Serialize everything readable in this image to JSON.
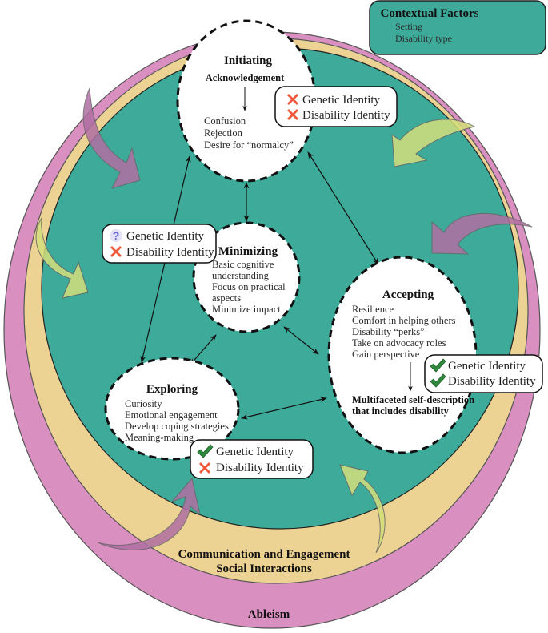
{
  "colors": {
    "ableism_ring": "#d98fc0",
    "social_ring": "#edd393",
    "core": "#3eab9a",
    "stage_fill": "#ffffff",
    "purple_arrow": "#a4709c",
    "yellow_arrow": "#d0d97a",
    "check": "#2e8b3e",
    "cross": "#ef5a3c",
    "question": "#6b6bd6"
  },
  "contextual_factors": {
    "title": "Contextual Factors",
    "items": [
      "Setting",
      "Disability type"
    ]
  },
  "rings": {
    "outer_label": "Ableism",
    "middle_label_line1": "Communication and Engagement",
    "middle_label_line2": "Social Interactions"
  },
  "stages": {
    "initiating": {
      "title": "Initiating",
      "subtitle": "Acknowledgement",
      "items": [
        "Confusion",
        "Rejection",
        "Desire for “normalcy”"
      ]
    },
    "minimizing": {
      "title": "Minimizing",
      "items": [
        "Basic cognitive",
        "understanding",
        "Focus on practical",
        "aspects",
        "Minimize impact"
      ]
    },
    "accepting": {
      "title": "Accepting",
      "items": [
        "Resilience",
        "Comfort in helping others",
        "Disability “perks”",
        "Take on advocacy roles",
        "Gain perspective"
      ],
      "outcome_line1": "Multifaceted self-description",
      "outcome_line2": "that includes disability"
    },
    "exploring": {
      "title": "Exploring",
      "items": [
        "Curiosity",
        "Emotional engagement",
        "Develop coping strategies",
        "Meaning-making"
      ]
    }
  },
  "identity_badges": {
    "initiating": [
      {
        "status": "cross",
        "label": "Genetic Identity"
      },
      {
        "status": "cross",
        "label": "Disability Identity"
      }
    ],
    "minimizing": [
      {
        "status": "question",
        "label": "Genetic Identity"
      },
      {
        "status": "cross",
        "label": "Disability Identity"
      }
    ],
    "accepting": [
      {
        "status": "check",
        "label": "Genetic Identity"
      },
      {
        "status": "check",
        "label": "Disability Identity"
      }
    ],
    "exploring": [
      {
        "status": "check",
        "label": "Genetic Identity"
      },
      {
        "status": "cross",
        "label": "Disability Identity"
      }
    ]
  },
  "icons": {
    "check": "check-icon",
    "cross": "cross-icon",
    "question": "question-icon"
  }
}
